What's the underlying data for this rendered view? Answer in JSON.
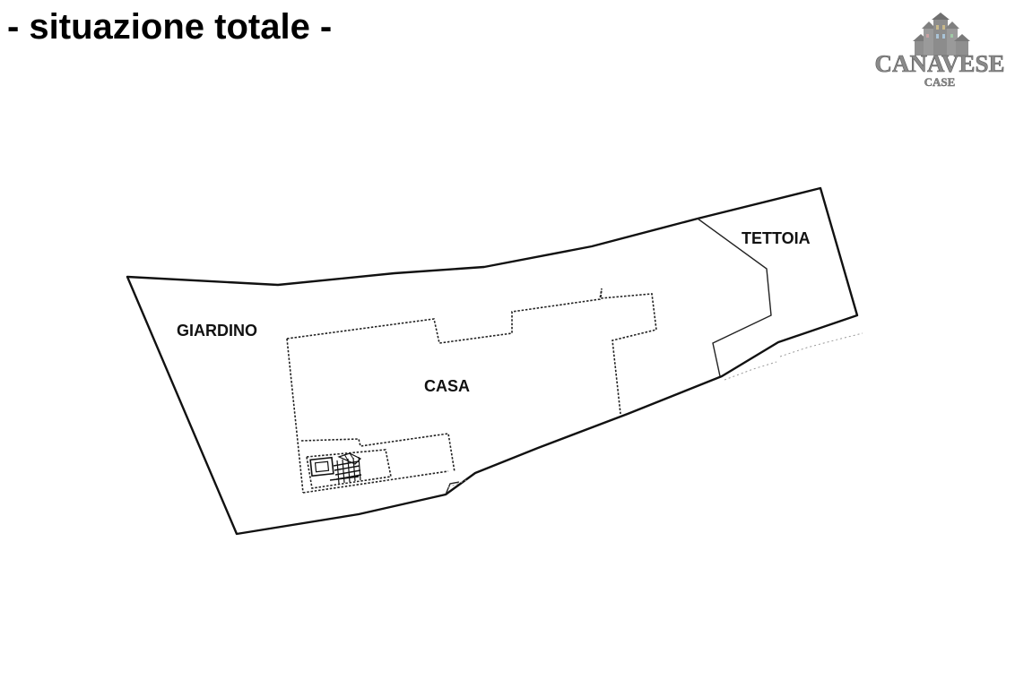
{
  "header": {
    "title": "- situazione totale -"
  },
  "logo": {
    "main_text": "CANAVESE",
    "sub_text": "CASE",
    "color": "#8a8a8a"
  },
  "plan": {
    "labels": {
      "giardino": "GIARDINO",
      "casa": "CASA",
      "tettoia": "TETTOIA"
    }
  }
}
